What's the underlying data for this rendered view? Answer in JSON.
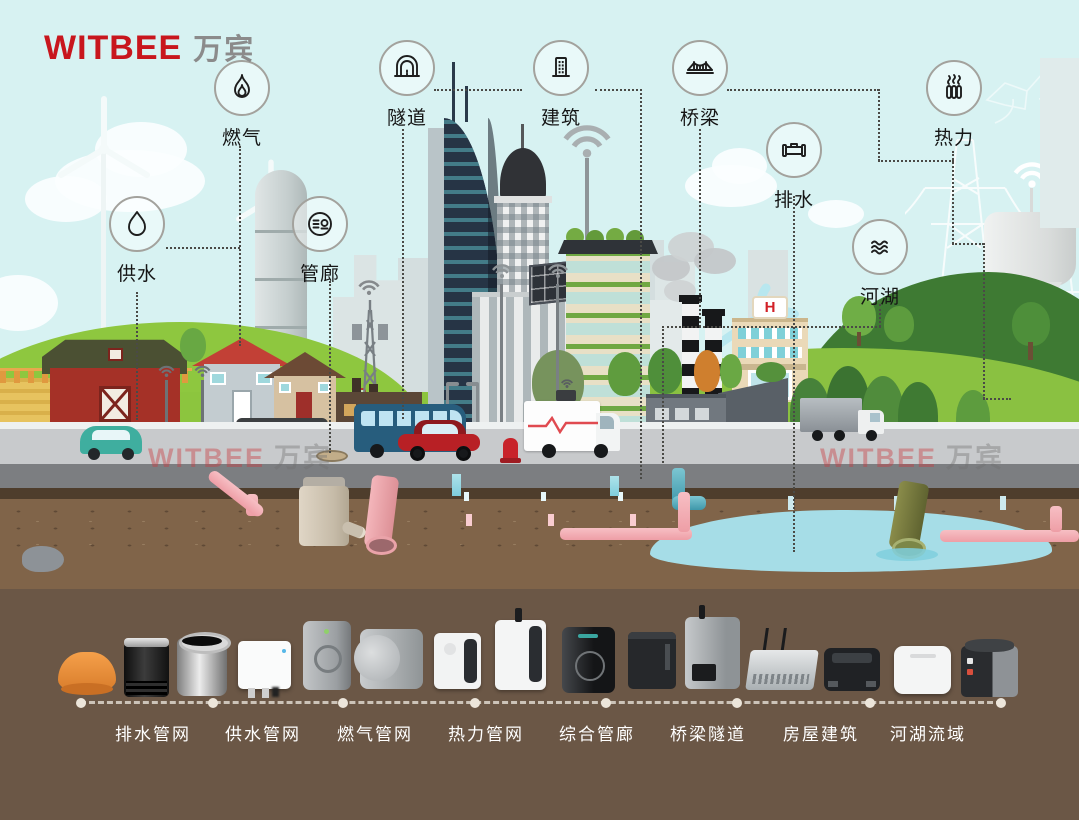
{
  "logo": {
    "brand": "WITBEE",
    "suffix": "万宾"
  },
  "monitor_nodes": [
    {
      "id": "water-supply",
      "label": "供水",
      "icon": "water-drop-icon"
    },
    {
      "id": "gas",
      "label": "燃气",
      "icon": "flame-icon"
    },
    {
      "id": "pipe-gallery",
      "label": "管廊",
      "icon": "utility-tunnel-icon"
    },
    {
      "id": "tunnel",
      "label": "隧道",
      "icon": "tunnel-icon"
    },
    {
      "id": "building",
      "label": "建筑",
      "icon": "building-icon"
    },
    {
      "id": "bridge",
      "label": "桥梁",
      "icon": "bridge-icon"
    },
    {
      "id": "drainage",
      "label": "排水",
      "icon": "pipe-icon"
    },
    {
      "id": "heating",
      "label": "热力",
      "icon": "radiator-icon"
    },
    {
      "id": "river-lake",
      "label": "河湖",
      "icon": "waves-icon"
    }
  ],
  "product_categories": [
    {
      "label": "排水管网"
    },
    {
      "label": "供水管网"
    },
    {
      "label": "燃气管网"
    },
    {
      "label": "热力管网"
    },
    {
      "label": "综合管廊"
    },
    {
      "label": "桥梁隧道"
    },
    {
      "label": "房屋建筑"
    },
    {
      "label": "河湖流域"
    }
  ],
  "watermarks": [
    {
      "en": "WITBEE",
      "cn": "万宾"
    },
    {
      "en": "WITBEE",
      "cn": "万宾"
    }
  ],
  "scene": {
    "hospital_sign": "H"
  },
  "palette": {
    "sky": "#d7f2f2",
    "brand_red": "#c8161d",
    "brand_gray": "#8b8b8b",
    "grass": "#8cc53e",
    "dark_hill": "#3e7a33",
    "road_light": "#c8cacc",
    "road_dark": "#7c7e81",
    "soil": "#806449",
    "soil_deep": "#6b5746",
    "pipe_pink": "#ee9ea6",
    "pipe_teal": "#3f97aa",
    "pool_blue": "#a6dde7",
    "label_white": "#ffffff"
  }
}
